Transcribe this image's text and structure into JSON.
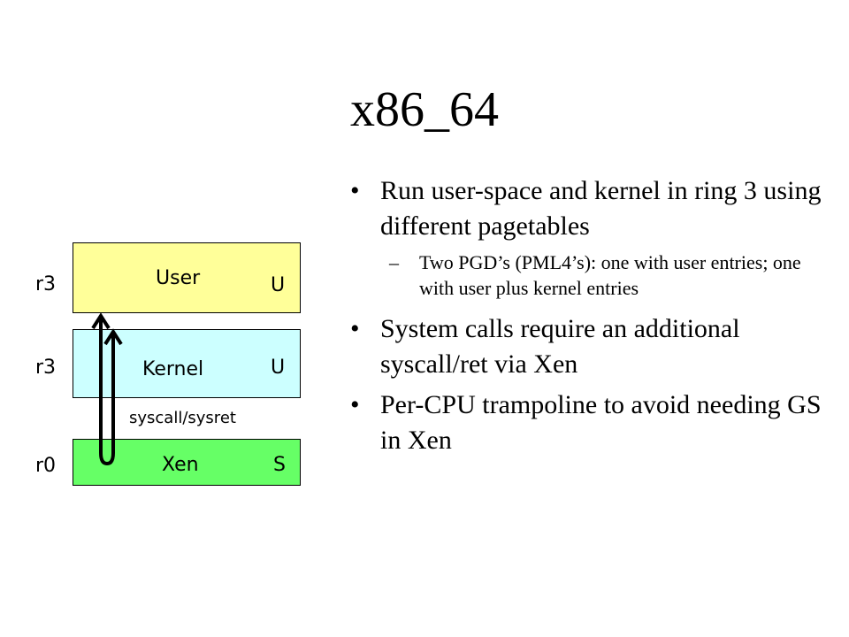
{
  "slide": {
    "title": "x86_64"
  },
  "diagram": {
    "rings": {
      "user_ring": "r3",
      "kernel_ring": "r3",
      "xen_ring": "r0"
    },
    "boxes": {
      "user": {
        "label": "User",
        "mode": "U",
        "color": "#ffff99"
      },
      "kernel": {
        "label": "Kernel",
        "mode": "U",
        "color": "#ccffff"
      },
      "xen": {
        "label": "Xen",
        "mode": "S",
        "color": "#66ff66"
      }
    },
    "arrow_label": "syscall/sysret"
  },
  "bullets": [
    {
      "text": "Run user-space and kernel in ring 3 using different pagetables"
    },
    {
      "dash": "–",
      "text": "Two PGD’s (PML4’s): one with user entries; one with user plus kernel entries"
    },
    {
      "text": "System calls require an additional syscall/ret via Xen"
    },
    {
      "text": "Per-CPU trampoline to avoid needing GS in Xen"
    }
  ]
}
